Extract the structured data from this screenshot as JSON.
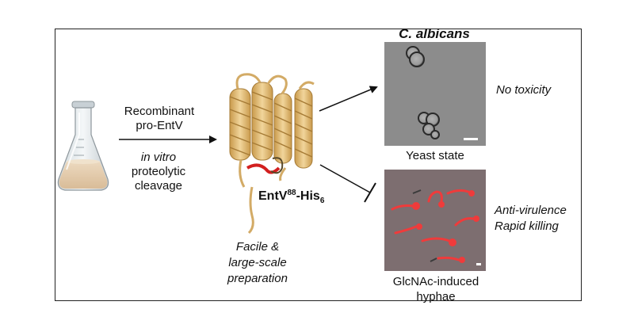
{
  "left": {
    "method_line1": "Recombinant",
    "method_line2": "pro-EntV",
    "step_line1": "in vitro",
    "step_line2": "proteolytic",
    "step_line3": "cleavage"
  },
  "center": {
    "peptide_name": "EntV",
    "peptide_sup": "88",
    "peptide_suffix": "-His",
    "peptide_sub": "6",
    "prep_line1": "Facile &",
    "prep_line2": "large-scale",
    "prep_line3": "preparation"
  },
  "right": {
    "organism": "C. albicans",
    "top_caption": "Yeast state",
    "top_effect": "No toxicity",
    "bottom_caption_line1": "GlcNAc-induced",
    "bottom_caption_line2": "hyphae",
    "bottom_effect_line1": "Anti-virulence",
    "bottom_effect_line2": "Rapid killing"
  },
  "colors": {
    "helix": "#e7c27d",
    "helix_shade": "#c99a4c",
    "linker": "#d21f1f",
    "hyphae": "#ef3b3b",
    "micrograph_top": "#8c8c8c",
    "micrograph_bottom": "#7d6e70",
    "flask_liquid": "#e3cdb0"
  }
}
